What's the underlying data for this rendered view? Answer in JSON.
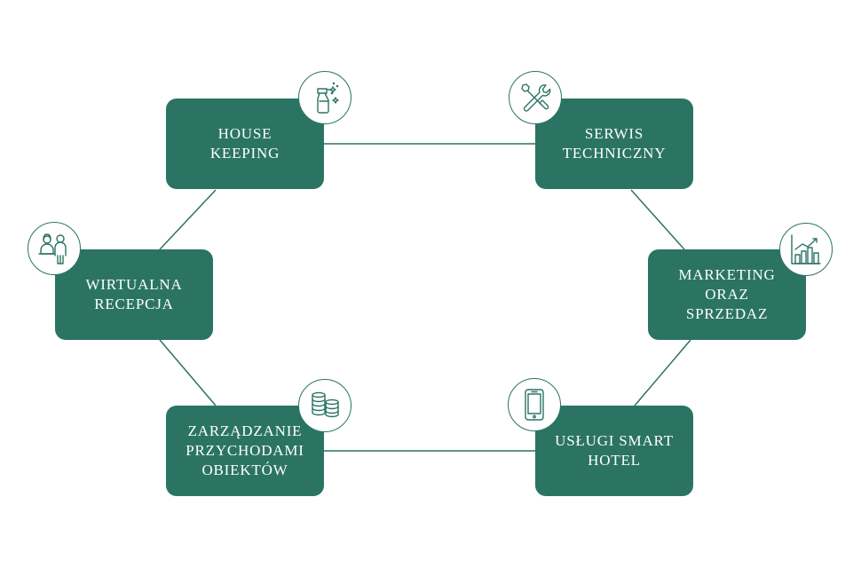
{
  "colors": {
    "node_fill": "#2b7464",
    "line": "#2b7464",
    "background": "#ffffff",
    "text": "#ffffff"
  },
  "nodes": [
    {
      "id": "housekeeping",
      "lines": [
        "HOUSE",
        "KEEPING"
      ],
      "icon": "spray-bottle-icon"
    },
    {
      "id": "serwis",
      "lines": [
        "SERWIS",
        "TECHNICZNY"
      ],
      "icon": "tools-icon"
    },
    {
      "id": "wirtualna",
      "lines": [
        "WIRTUALNA",
        "RECEPCJA"
      ],
      "icon": "people-icon"
    },
    {
      "id": "marketing",
      "lines": [
        "MARKETING",
        "ORAZ",
        "SPRZEDAZ"
      ],
      "icon": "bar-chart-icon"
    },
    {
      "id": "zarzadzanie",
      "lines": [
        "ZARZĄDZANIE",
        "PRZYCHODAMI",
        "OBIEKTÓW"
      ],
      "icon": "coins-icon"
    },
    {
      "id": "uslugi",
      "lines": [
        "USŁUGI SMART",
        "HOTEL"
      ],
      "icon": "smartphone-icon"
    }
  ]
}
